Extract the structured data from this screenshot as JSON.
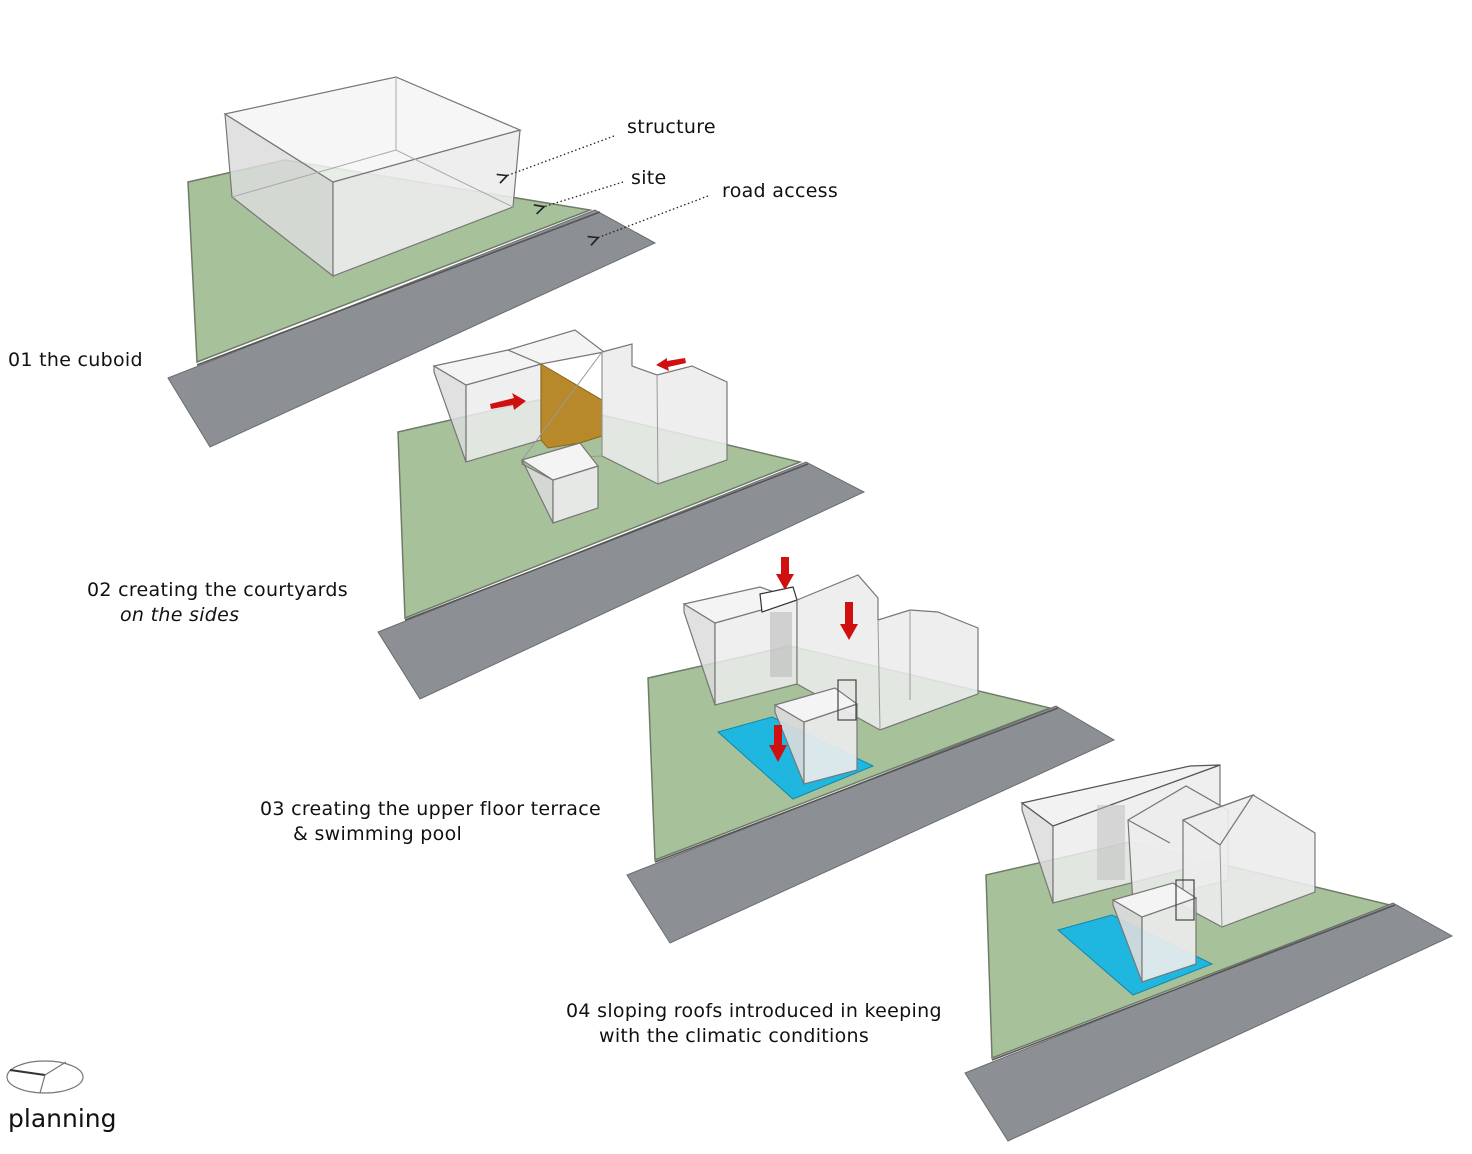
{
  "callouts": {
    "structure": "structure",
    "site": "site",
    "road_access": "road access"
  },
  "steps": [
    {
      "line1": "01 the cuboid"
    },
    {
      "line1": "02 creating the courtyards",
      "line2": "on the sides"
    },
    {
      "line1": "03  creating the upper floor terrace",
      "line2": "& swimming pool"
    },
    {
      "line1": "04 sloping roofs introduced in keeping",
      "line2": "with the climatic conditions"
    }
  ],
  "footer": {
    "title": "planning",
    "icon": "compass-icon"
  },
  "colors": {
    "site": "#a7c29a",
    "road": "#8c8f94",
    "volume": "#e4e4e4",
    "courtyard": "#b8892a",
    "pool": "#1fb7e0",
    "arrow": "#d01010"
  }
}
